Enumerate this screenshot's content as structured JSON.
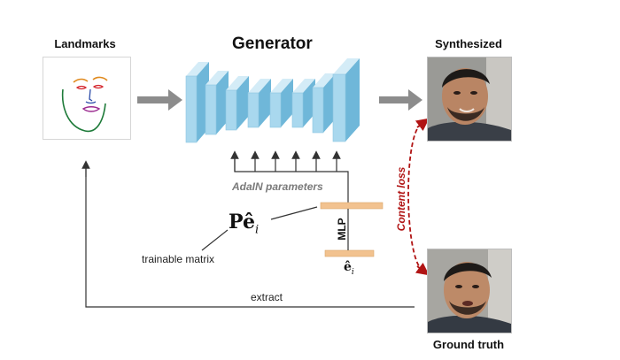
{
  "titles": {
    "landmarks": "Landmarks",
    "generator": "Generator",
    "synthesized": "Synthesized",
    "ground_truth": "Ground truth"
  },
  "labels": {
    "adain": "AdaIN parameters",
    "content_loss": "Content loss",
    "mlp": "MLP",
    "trainable_matrix": "trainable matrix",
    "extract": "extract",
    "pe_main": "P",
    "pe_vec": "ê",
    "pe_sub": "i",
    "e_vec": "ê",
    "e_sub": "i"
  },
  "colors": {
    "block_front": "#a9d8ee",
    "block_side": "#6fb7d9",
    "block_top": "#d4ecf7",
    "arrow_gray": "#8c8c8c",
    "line_dark": "#333333",
    "mlp_bar": "#f2c28f",
    "content_loss": "#b11414"
  },
  "icons": {
    "arrow_landmarks_generator": "right-arrow-icon",
    "arrow_generator_synthesized": "right-arrow-icon",
    "content_loss_arrow": "double-headed-dashed-arrow-icon"
  }
}
